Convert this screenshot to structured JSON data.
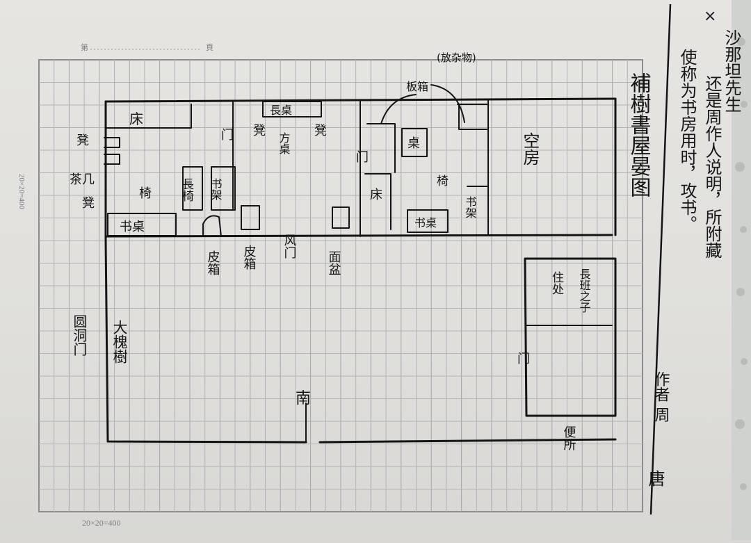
{
  "header": {
    "page_prefix": "第",
    "page_suffix": "頁",
    "format_side": "20×20=400",
    "format_bottom": "20×20=400"
  },
  "title": "補樹書屋晏图",
  "rooms": {
    "bed_left": "床",
    "stool_left": "凳",
    "tea_table": "茶几",
    "stool_lower": "凳",
    "chair_left": "椅",
    "desk_left": "书桌",
    "long_bench": "長椅",
    "bookshelf": "书架",
    "door_a": "门",
    "stool_mid": "凳",
    "long_table": "長桌",
    "square_table": "方桌",
    "stool_right": "凳",
    "trunk": "皮箱",
    "leather_box": "皮箱",
    "wind_door": "风门",
    "washbasin": "面盆",
    "boards": "板箱",
    "boards_note": "(放杂物)",
    "door_b": "门",
    "bed_right": "床",
    "desk_square": "桌",
    "chair_right": "椅",
    "desk_right": "书桌",
    "shelf_right": "书架",
    "empty_room": "空房",
    "residence": "住处",
    "long_class": "長班之子",
    "door_c": "门",
    "toilet": "便所",
    "tree": "大槐樹",
    "moon_gate": "圆洞门",
    "south": "南"
  },
  "notes": {
    "col1": "沙那坦先生",
    "col2": "还是周作人说明，所附藏",
    "col3": "使称为书房用时，攻书。",
    "col4": "作者 周",
    "signature": "唐"
  }
}
